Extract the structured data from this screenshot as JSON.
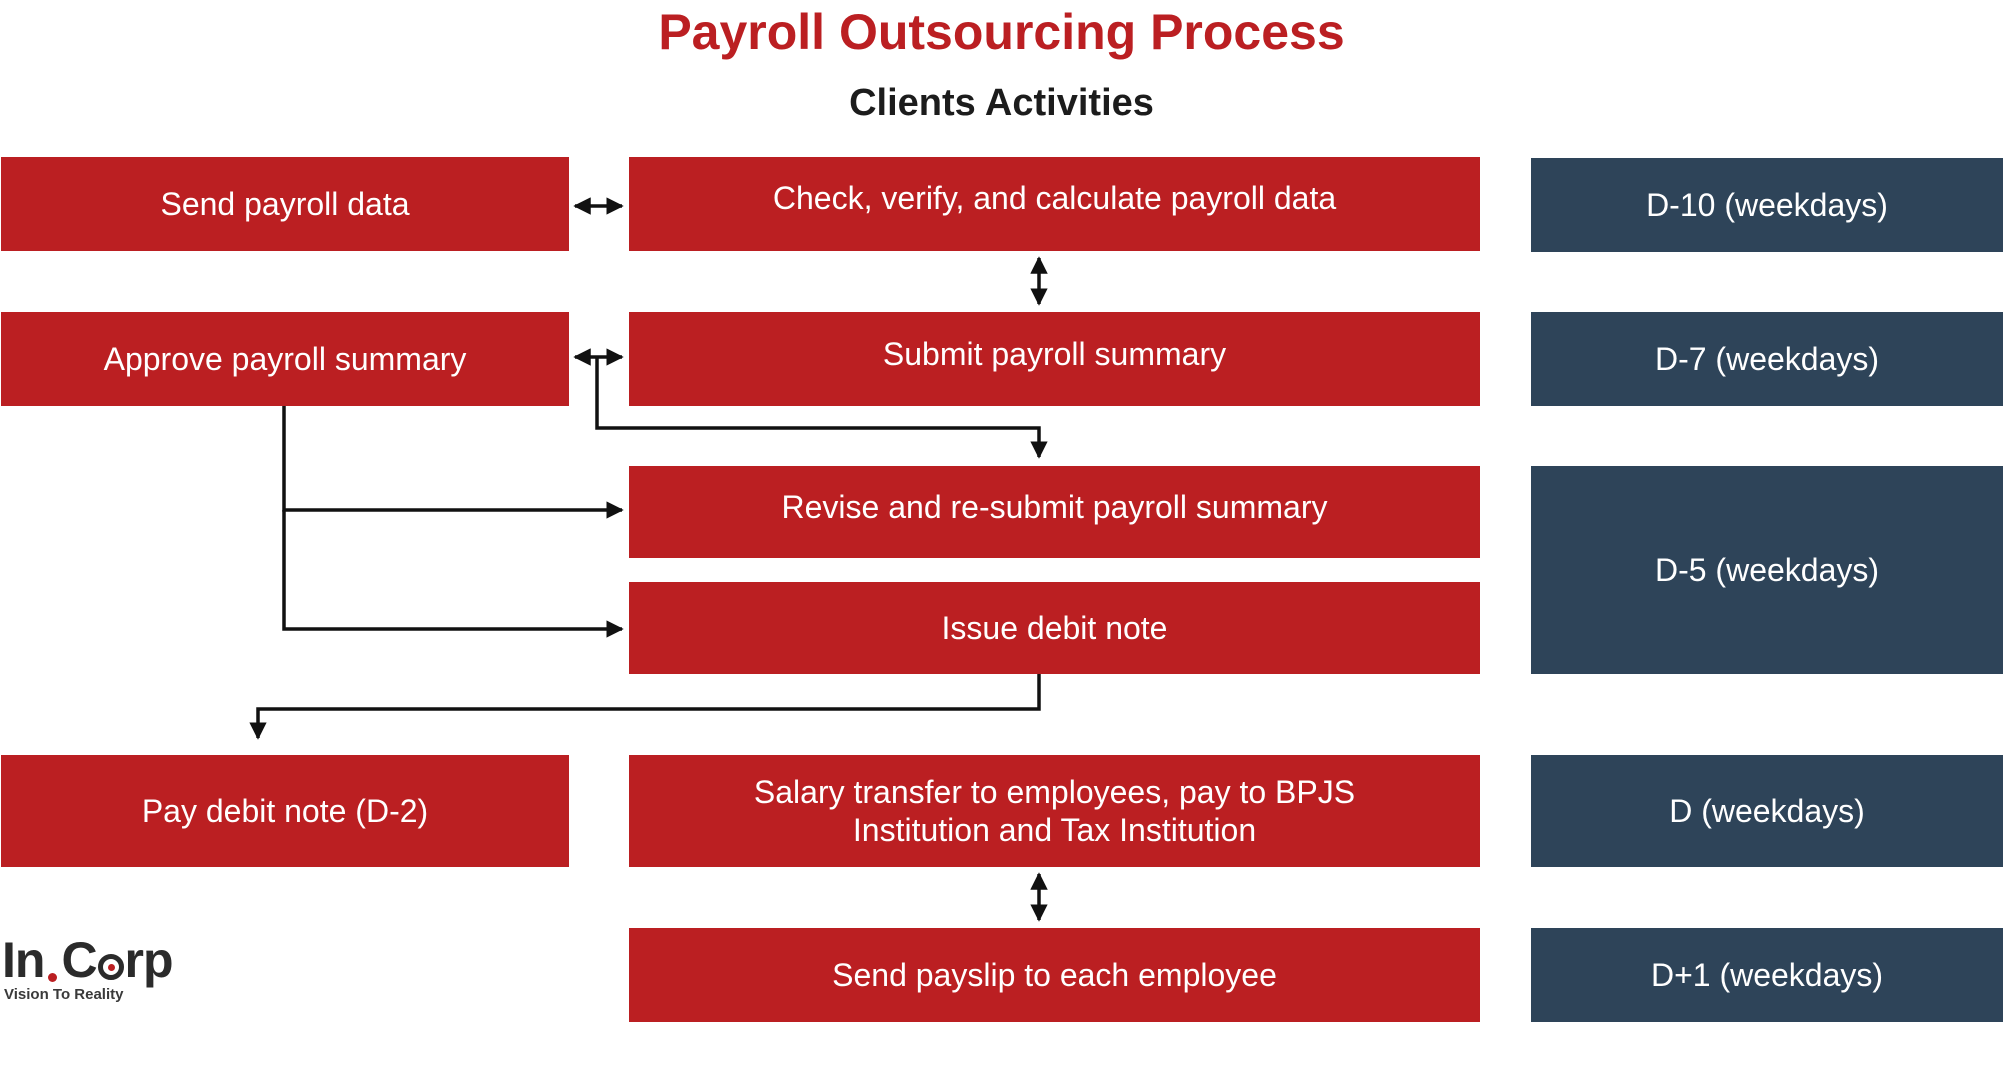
{
  "title": "Payroll Outsourcing Process",
  "subtitle": "Clients Activities",
  "colors": {
    "accent_red": "#bb1f22",
    "navy": "#2e4459",
    "title_red": "#bb1f22",
    "arrow": "#111111"
  },
  "client_boxes": {
    "send_payroll_data": "Send payroll data",
    "approve_payroll_summary": "Approve payroll summary",
    "pay_debit_note": "Pay debit note (D-2)"
  },
  "provider_boxes": {
    "check_verify": "Check, verify, and calculate payroll data",
    "submit_summary": "Submit payroll summary",
    "revise_resubmit": "Revise and re-submit payroll summary",
    "issue_debit_note": "Issue debit note",
    "salary_transfer": "Salary transfer to employees, pay to BPJS Institution and Tax Institution",
    "send_payslip": "Send payslip to each employee"
  },
  "timeline": {
    "d10": "D-10 (weekdays)",
    "d7": "D-7 (weekdays)",
    "d5": "D-5 (weekdays)",
    "d": "D (weekdays)",
    "d1": "D+1 (weekdays)"
  },
  "logo": {
    "word_part1": "In",
    "word_part2": "C",
    "word_part3": "rp",
    "tagline": "Vision To Reality",
    "icon": "globe-dot-icon"
  }
}
